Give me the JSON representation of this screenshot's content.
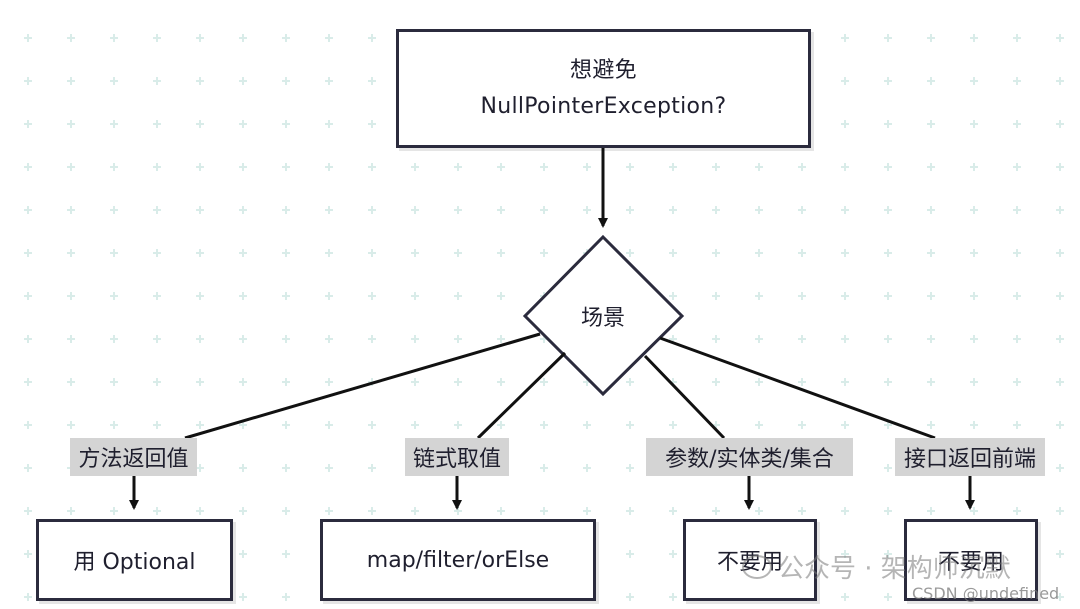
{
  "diagram": {
    "start_line1": "想避免",
    "start_line2": "NullPointerException?",
    "decision": "场景",
    "branches": [
      {
        "edge_label": "方法返回值",
        "result": "用 Optional"
      },
      {
        "edge_label": "链式取值",
        "result": "map/filter/orElse"
      },
      {
        "edge_label": "参数/实体类/集合",
        "result": "不要用"
      },
      {
        "edge_label": "接口返回前端",
        "result": "不要用"
      }
    ]
  },
  "watermark": {
    "text": "公众号 · 架构师沉默",
    "csdn": "CSDN @undefined"
  },
  "colors": {
    "stroke": "#2b2b3d",
    "edge": "#111111",
    "label_bg": "#d4d4d4",
    "grid": "#d9ece9"
  }
}
